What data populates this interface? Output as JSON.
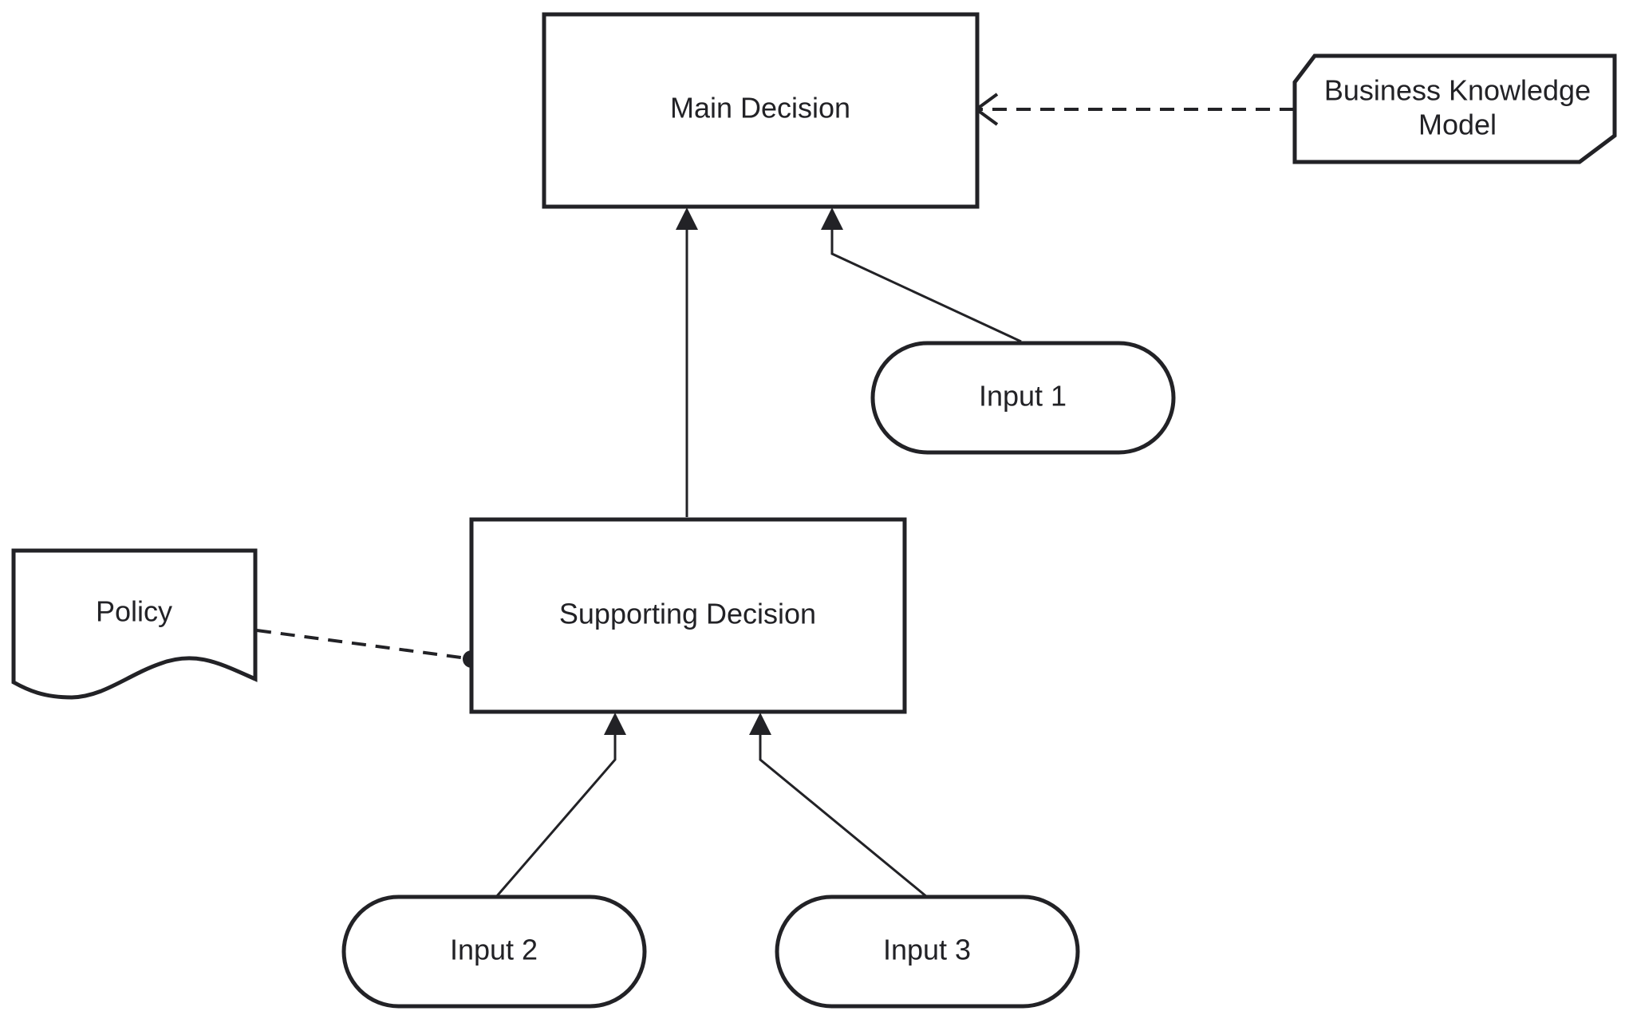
{
  "nodes": {
    "main_decision": {
      "label": "Main Decision"
    },
    "business_knowledge_model": {
      "line1": "Business Knowledge",
      "line2": "Model"
    },
    "input_1": {
      "label": "Input 1"
    },
    "supporting_decision": {
      "label": "Supporting Decision"
    },
    "policy": {
      "label": "Policy"
    },
    "input_2": {
      "label": "Input 2"
    },
    "input_3": {
      "label": "Input 3"
    }
  },
  "colors": {
    "stroke": "#222226",
    "fill": "#ffffff"
  }
}
